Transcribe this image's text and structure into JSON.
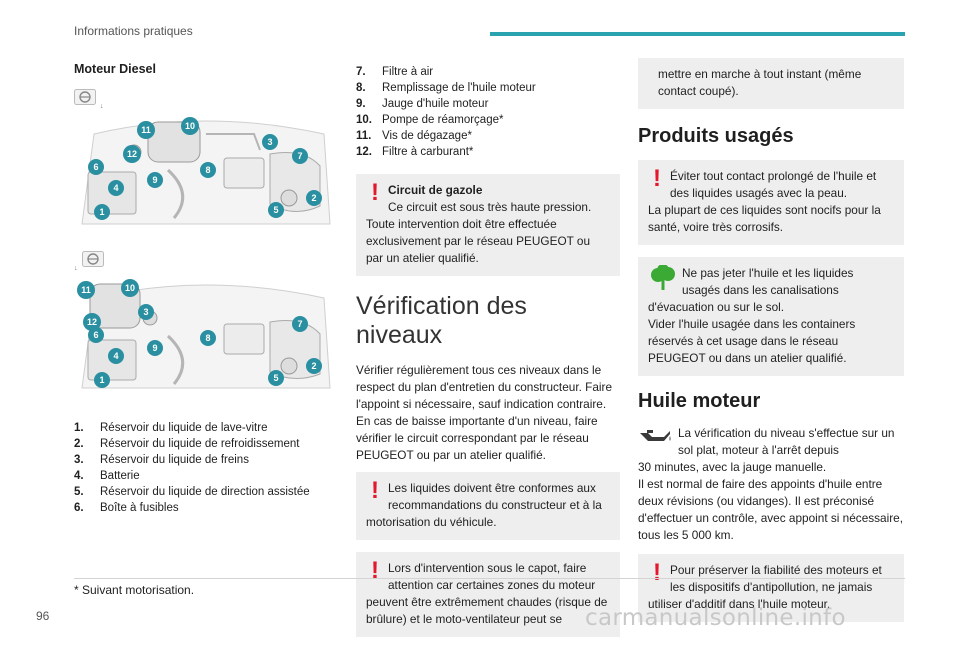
{
  "header": {
    "title": "Informations pratiques"
  },
  "page_number": "96",
  "watermark": "carmanualsonline.info",
  "footnote": "* Suivant motorisation.",
  "col1": {
    "heading": "Moteur Diesel",
    "diagram_tick": "↓",
    "diagram1_labels": {
      "n1": "1",
      "n2": "2",
      "n3": "3",
      "n4": "4",
      "n5": "5",
      "n6": "6",
      "n7": "7",
      "n8": "8",
      "n9": "9",
      "n10": "10",
      "n11": "11",
      "n12": "12"
    },
    "legend": [
      {
        "num": "1.",
        "text": "Réservoir du liquide de lave-vitre"
      },
      {
        "num": "2.",
        "text": "Réservoir du liquide de refroidissement"
      },
      {
        "num": "3.",
        "text": "Réservoir du liquide de freins"
      },
      {
        "num": "4.",
        "text": "Batterie"
      },
      {
        "num": "5.",
        "text": "Réservoir du liquide de direction assistée"
      },
      {
        "num": "6.",
        "text": "Boîte à fusibles"
      }
    ]
  },
  "col2": {
    "legend": [
      {
        "num": "7.",
        "text": "Filtre à air"
      },
      {
        "num": "8.",
        "text": "Remplissage de l'huile moteur"
      },
      {
        "num": "9.",
        "text": "Jauge d'huile moteur"
      },
      {
        "num": "10.",
        "text": "Pompe de réamorçage*"
      },
      {
        "num": "11.",
        "text": "Vis de dégazage*"
      },
      {
        "num": "12.",
        "text": "Filtre à carburant*"
      }
    ],
    "gazole_box": {
      "title": "Circuit de gazole",
      "lead": "Ce circuit est sous très haute pression.",
      "body": "Toute intervention doit être effectuée exclusivement par le réseau PEUGEOT ou par un atelier qualifié."
    },
    "section_title": "Vérification des niveaux",
    "intro": "Vérifier régulièrement tous ces niveaux dans le respect du plan d'entretien du constructeur. Faire l'appoint si nécessaire, sauf indication contraire. En cas de baisse importante d'un niveau, faire vérifier le circuit correspondant par le réseau PEUGEOT ou par un atelier qualifié.",
    "liquids_box": {
      "lead": "Les liquides doivent être conformes aux recommandations du constructeur et à la",
      "body": "motorisation du véhicule."
    },
    "hood_box": {
      "lead": "Lors d'intervention sous le capot, faire attention car certaines zones du moteur",
      "body": "peuvent être extrêmement chaudes (risque de brûlure) et le moto-ventilateur peut se"
    }
  },
  "col3": {
    "continued_text": "mettre en marche à tout instant (même contact coupé).",
    "used_title": "Produits usagés",
    "contact_box": {
      "lead": "Éviter tout contact prolongé de l'huile et des liquides usagés avec la peau.",
      "body": "La plupart de ces liquides sont nocifs pour la santé, voire très corrosifs."
    },
    "eco_box": {
      "lead": "Ne pas jeter l'huile et les liquides usagés dans les canalisations",
      "body": "d'évacuation ou sur le sol.\nVider l'huile usagée dans les containers réservés à cet usage dans le réseau PEUGEOT ou dans un atelier qualifié."
    },
    "oil_title": "Huile moteur",
    "oil_lead": "La vérification du niveau s'effectue sur un sol plat, moteur à l'arrêt depuis",
    "oil_body": "30 minutes, avec la jauge manuelle.\nIl est normal de faire des appoints d'huile entre deux révisions (ou vidanges). Il est préconisé d'effectuer un contrôle, avec appoint si nécessaire, tous les 5 000 km.",
    "additive_box": {
      "lead": "Pour préserver la fiabilité des moteurs et les dispositifs d'antipollution, ne jamais",
      "body": "utiliser d'additif dans l'huile moteur."
    }
  },
  "colors": {
    "accent": "#2aa3b0",
    "warning": "#e3182d",
    "eco": "#3aaa35",
    "marker": "#2a8fa0"
  }
}
